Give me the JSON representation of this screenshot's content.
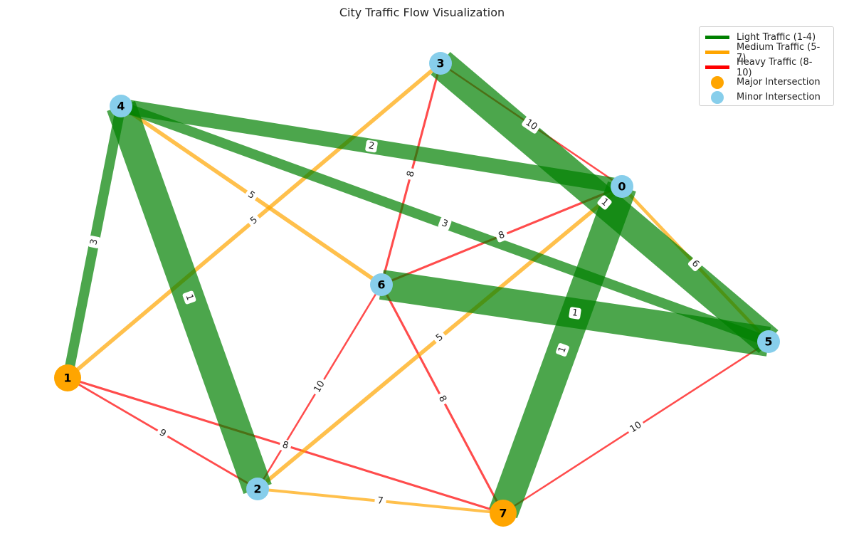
{
  "title": "City Traffic Flow Visualization",
  "legend": [
    {
      "label": "Light Traffic (1-4)",
      "kind": "line",
      "color": "#008000"
    },
    {
      "label": "Medium Traffic (5-7)",
      "kind": "line",
      "color": "#ffa500"
    },
    {
      "label": "Heavy Traffic (8-10)",
      "kind": "line",
      "color": "#ff0000"
    },
    {
      "label": "Major Intersection",
      "kind": "dot",
      "color": "#ffa500"
    },
    {
      "label": "Minor Intersection",
      "kind": "dot",
      "color": "#87ceeb"
    }
  ],
  "colors": {
    "light": "#008000",
    "medium": "#ffa500",
    "heavy": "#ff0000",
    "major": "#ffa500",
    "minor": "#87ceeb"
  },
  "nodes": [
    {
      "id": "0",
      "type": "minor"
    },
    {
      "id": "1",
      "type": "major"
    },
    {
      "id": "2",
      "type": "minor"
    },
    {
      "id": "3",
      "type": "minor"
    },
    {
      "id": "4",
      "type": "minor"
    },
    {
      "id": "5",
      "type": "minor"
    },
    {
      "id": "6",
      "type": "minor"
    },
    {
      "id": "7",
      "type": "major"
    }
  ],
  "edges": [
    {
      "source": "4",
      "target": "5",
      "weight": 3
    },
    {
      "source": "4",
      "target": "0",
      "weight": 2
    },
    {
      "source": "3",
      "target": "5",
      "weight": 1
    },
    {
      "source": "6",
      "target": "5",
      "weight": 1
    },
    {
      "source": "0",
      "target": "7",
      "weight": 1
    },
    {
      "source": "4",
      "target": "1",
      "weight": 3
    },
    {
      "source": "4",
      "target": "2",
      "weight": 1
    },
    {
      "source": "3",
      "target": "1",
      "weight": 5
    },
    {
      "source": "4",
      "target": "6",
      "weight": 5
    },
    {
      "source": "0",
      "target": "2",
      "weight": 5
    },
    {
      "source": "0",
      "target": "5",
      "weight": 6
    },
    {
      "source": "2",
      "target": "7",
      "weight": 7
    },
    {
      "source": "3",
      "target": "0",
      "weight": 10
    },
    {
      "source": "3",
      "target": "6",
      "weight": 8
    },
    {
      "source": "6",
      "target": "0",
      "weight": 8
    },
    {
      "source": "6",
      "target": "2",
      "weight": 10
    },
    {
      "source": "6",
      "target": "7",
      "weight": 8
    },
    {
      "source": "1",
      "target": "2",
      "weight": 9
    },
    {
      "source": "1",
      "target": "7",
      "weight": 8
    },
    {
      "source": "7",
      "target": "5",
      "weight": 10
    }
  ]
}
